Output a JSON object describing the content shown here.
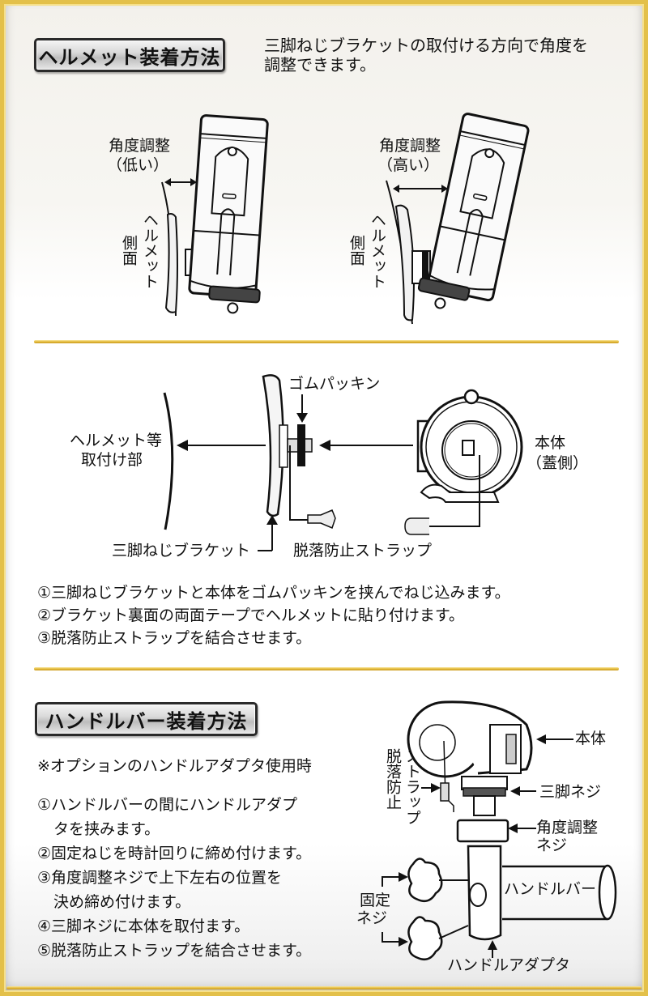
{
  "section_helmet": {
    "title": "ヘルメット装着方法",
    "description_lines": [
      "三脚ねじブラケットの取付ける方向で角度を",
      "調整できます。"
    ],
    "diagram_low": {
      "angle_label": "角度調整",
      "angle_sub": "（低い）",
      "side_label_col1": "ヘルメット",
      "side_label_col2": "側面"
    },
    "diagram_high": {
      "angle_label": "角度調整",
      "angle_sub": "（高い）",
      "side_label_col1": "ヘルメット",
      "side_label_col2": "側面"
    }
  },
  "section_assembly": {
    "labels": {
      "rubber_packing": "ゴムパッキン",
      "helmet_mount_line1": "ヘルメット等",
      "helmet_mount_line2": "取付け部",
      "body_line1": "本体",
      "body_line2": "（蓋側）",
      "tripod_bracket": "三脚ねじブラケット",
      "fall_strap": "脱落防止ストラップ"
    },
    "steps": [
      "①三脚ねじブラケットと本体をゴムパッキンを挟んでねじ込みます。",
      "②ブラケット裏面の両面テープでヘルメットに貼り付けます。",
      "③脱落防止ストラップを結合させます。"
    ]
  },
  "section_handlebar": {
    "title": "ハンドルバー装着方法",
    "note": "※オプションのハンドルアダプタ使用時",
    "steps": [
      {
        "line1": "①ハンドルバーの間にハンドルアダプ",
        "line2": "タを挟みます。"
      },
      {
        "line1": "②固定ねじを時計回りに締め付けます。",
        "line2": ""
      },
      {
        "line1": "③角度調整ネジで上下左右の位置を",
        "line2": "決め締め付けます。"
      },
      {
        "line1": "④三脚ネジに本体を取付ます。",
        "line2": ""
      },
      {
        "line1": "⑤脱落防止ストラップを結合させます。",
        "line2": ""
      }
    ],
    "diagram_labels": {
      "body": "本体",
      "tripod_screw": "三脚ネジ",
      "angle_screw_line1": "角度調整",
      "angle_screw_line2": "ネジ",
      "strap_col1": "ストラップ",
      "strap_col2": "脱落防止",
      "handlebar": "ハンドルバー",
      "fixing_screw_line1": "固定",
      "fixing_screw_line2": "ネジ",
      "handle_adapter": "ハンドルアダプタ"
    }
  },
  "colors": {
    "border_gold": "#e3c04a",
    "divider_gold": "#e5bc3c",
    "badge_silver": "#cfcfcf",
    "text": "#111111"
  }
}
